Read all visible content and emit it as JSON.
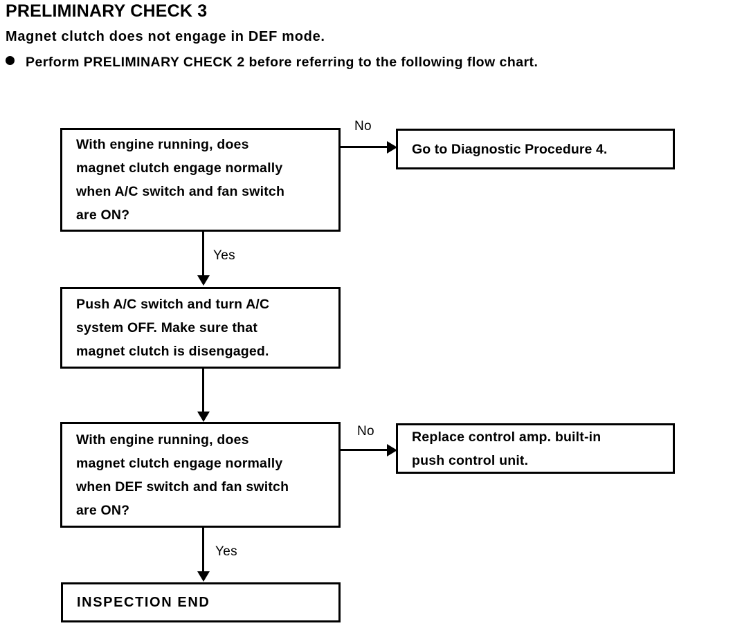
{
  "header": {
    "title": "PRELIMINARY CHECK 3",
    "subtitle": "Magnet clutch does not engage in DEF mode.",
    "note": "Perform PRELIMINARY CHECK 2 before referring to the following flow chart.",
    "bullet_icon": "filled-circle-bullet-icon"
  },
  "flowchart": {
    "nodes": {
      "question1": "With engine running, does\nmagnet clutch engage normally\nwhen A/C switch and fan switch\nare ON?",
      "action_diagnostic4": "Go to Diagnostic Procedure 4.",
      "action_push_switch": "Push A/C switch and turn A/C\nsystem OFF.  Make sure that\nmagnet clutch is disengaged.",
      "question2": "With engine running, does\nmagnet clutch engage normally\nwhen DEF switch and fan switch\nare ON?",
      "action_replace_amp": "Replace control amp. built-in\npush control unit.",
      "inspection_end": "INSPECTION  END"
    },
    "edges": {
      "no1": "No",
      "yes1": "Yes",
      "no2": "No",
      "yes2": "Yes"
    }
  },
  "colors": {
    "ink": "#000000",
    "paper": "#ffffff"
  }
}
